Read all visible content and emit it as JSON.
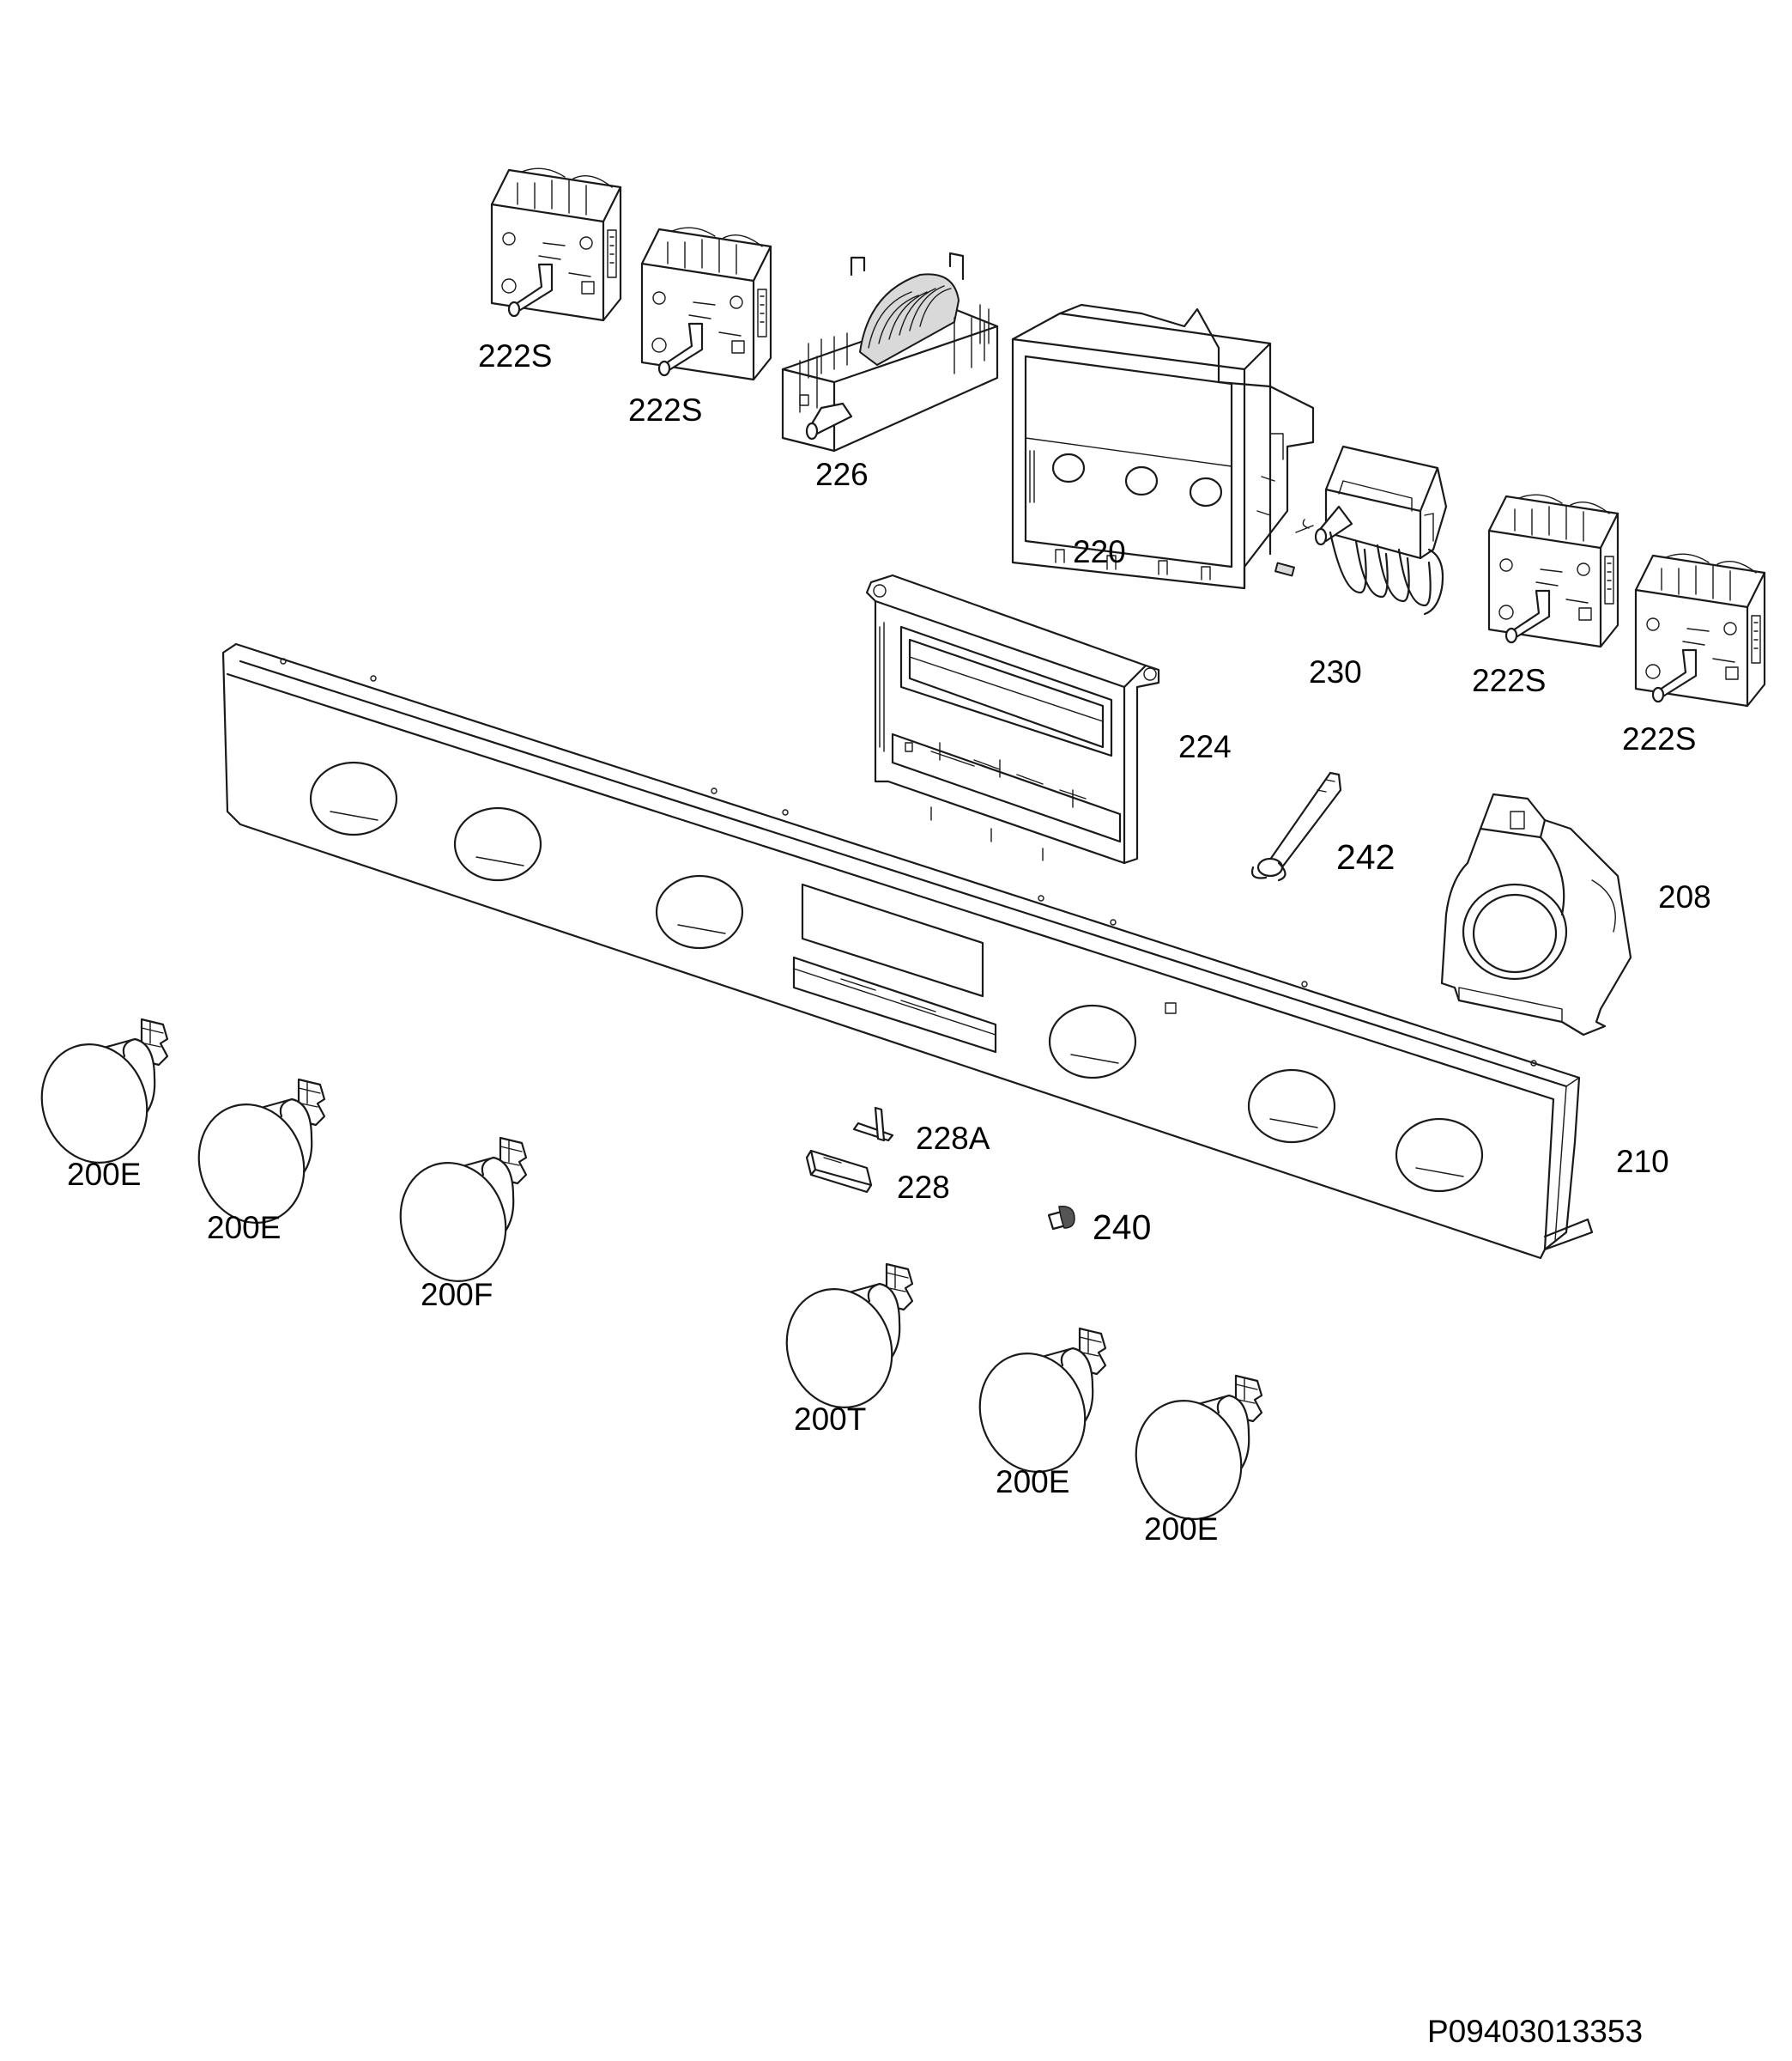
{
  "callouts": {
    "knob_a": "200E",
    "knob_b": "200E",
    "knob_c": "200F",
    "knob_d": "200T",
    "knob_e": "200E",
    "knob_f": "200E",
    "cover_208": "208",
    "panel_210": "210",
    "housing_220": "220",
    "energy_reg_a": "222S",
    "energy_reg_b": "222S",
    "energy_reg_c": "222S",
    "energy_reg_d": "222S",
    "display_224": "224",
    "selector_226": "226",
    "part_228": "228",
    "part_228a": "228A",
    "thermostat_230": "230",
    "part_240": "240",
    "part_242": "242"
  },
  "drawing_id": "P09403013353"
}
